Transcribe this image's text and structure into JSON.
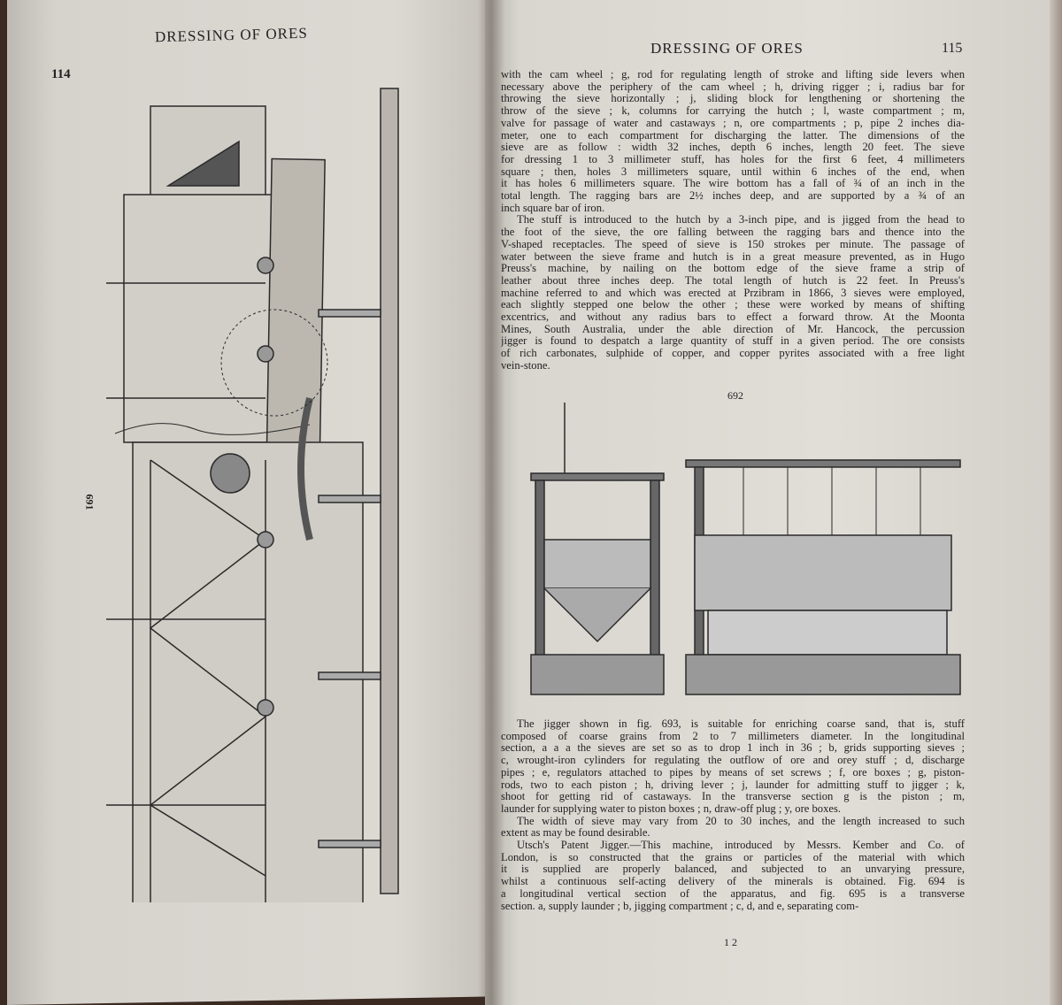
{
  "left_page": {
    "header": "DRESSING OF ORES",
    "page_number": "114",
    "figure_number": "691"
  },
  "right_page": {
    "header": "DRESSING OF ORES",
    "page_number": "115",
    "paragraph1": [
      "with the cam wheel ; g, rod for regulating length of stroke and lifting side levers when",
      "necessary above the periphery of the cam wheel ; h, driving rigger ; i, radius bar for",
      "throwing the sieve horizontally ; j, sliding block for lengthening or shortening the",
      "throw of the sieve ; k, columns for carrying the hutch ; l, waste compartment ; m,",
      "valve for passage of water and castaways ; n, ore compartments ; p, pipe 2 inches dia-",
      "meter, one to each compartment for discharging the latter.  The dimensions of the",
      "sieve are as follow : width 32 inches, depth 6 inches, length 20 feet.  The sieve",
      "for dressing 1 to 3 millimeter stuff, has holes for the first 6 feet, 4 millimeters",
      "square ; then, holes 3 millimeters square, until within 6 inches of the end, when",
      "it has holes 6 millimeters square.  The wire bottom has a fall of ¾ of an inch in the",
      "total length.  The ragging bars are 2½ inches deep, and are supported by a ¾ of an",
      "inch square bar of iron."
    ],
    "paragraph2": [
      "The stuff is introduced to the hutch by a 3-inch pipe, and is jigged from the head to",
      "the foot of the sieve, the ore falling between the ragging bars and thence into the",
      "V-shaped receptacles.  The speed of sieve is 150 strokes per minute.  The passage of",
      "water between the sieve frame and hutch is in a great measure prevented, as in Hugo",
      "Preuss's machine, by nailing on the bottom edge of the sieve frame a strip of",
      "leather about three inches deep.  The total length of hutch is 22 feet.  In Preuss's",
      "machine referred to and which was erected at Przibram in 1866, 3 sieves were employed,",
      "each slightly stepped one below the other ; these were worked by means of shifting",
      "excentrics, and without any radius bars to effect a forward throw.  At the Moonta",
      "Mines, South Australia, under the able direction of Mr. Hancock, the percussion",
      "jigger is found to despatch a large quantity of stuff in a given period.  The ore consists",
      "of rich carbonates, sulphide of copper, and copper pyrites associated with a free light",
      "vein-stone."
    ],
    "figure_number": "692",
    "paragraph3": [
      "The jigger shown in fig. 693, is suitable for enriching coarse sand, that is, stuff",
      "composed of coarse grains from 2 to 7 millimeters diameter.  In the longitudinal",
      "section, a a a the sieves are set so as to drop 1 inch in 36 ; b, grids supporting sieves ;",
      "c, wrought-iron cylinders for regulating the outflow of ore and orey stuff ; d, discharge",
      "pipes ; e, regulators attached to pipes by means of set screws ; f, ore boxes ; g, piston-",
      "rods, two to each piston ; h, driving lever ; j, launder for admitting stuff to jigger ; k,",
      "shoot for getting rid of castaways.  In the transverse section g is the piston ; m,",
      "launder for supplying water to piston boxes ; n, draw-off plug ; y, ore boxes."
    ],
    "paragraph4": [
      "The width of sieve may vary from 20 to 30 inches, and the length increased to such",
      "extent as may be found desirable."
    ],
    "paragraph5": [
      "Utsch's Patent Jigger.—This machine, introduced by Messrs. Kember and Co. of",
      "London, is so constructed that the grains or particles of the material with which",
      "it is supplied are properly balanced, and subjected to an unvarying pressure,",
      "whilst a continuous self-acting delivery of the minerals is obtained.  Fig. 694 is",
      "a longitudinal vertical section of the apparatus, and fig. 695 is a transverse",
      "section.  a, supply launder ; b, jigging compartment ; c, d, and e, separating com-"
    ],
    "signature": "1 2"
  }
}
